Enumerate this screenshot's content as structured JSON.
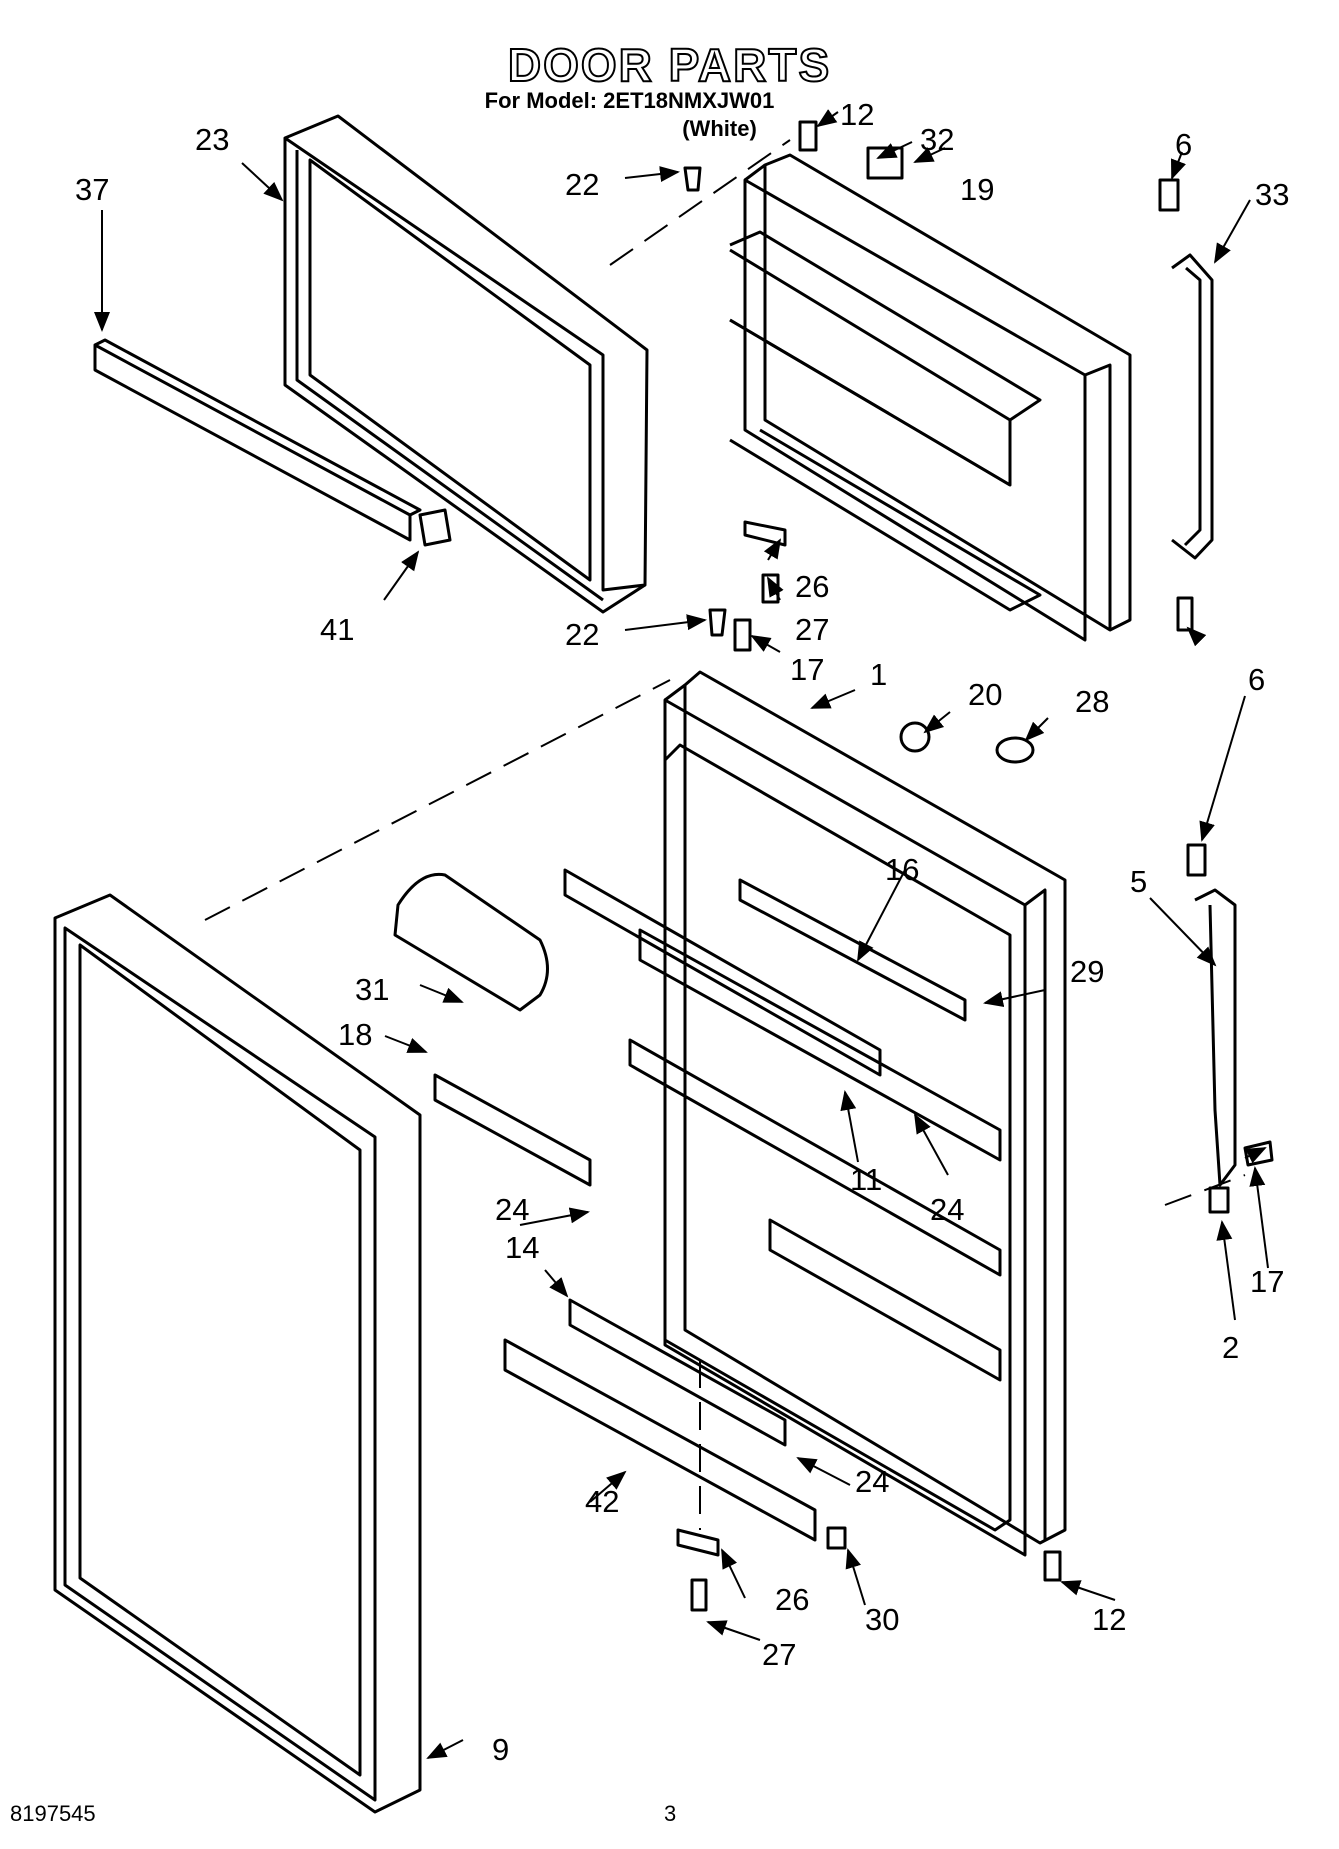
{
  "header": {
    "title": "DOOR PARTS",
    "model_line": "For Model: 2ET18NMXJW01",
    "color_line": "(White)"
  },
  "footer": {
    "doc_number": "8197545",
    "page_number": "3"
  },
  "callouts": [
    "1",
    "2",
    "5",
    "6",
    "6",
    "9",
    "11",
    "12",
    "12",
    "14",
    "16",
    "17",
    "17",
    "18",
    "19",
    "20",
    "22",
    "22",
    "23",
    "24",
    "24",
    "24",
    "26",
    "26",
    "27",
    "27",
    "28",
    "29",
    "30",
    "31",
    "32",
    "33",
    "37",
    "41",
    "42"
  ],
  "colors": {
    "line": "#000000",
    "fill": "#ffffff"
  }
}
